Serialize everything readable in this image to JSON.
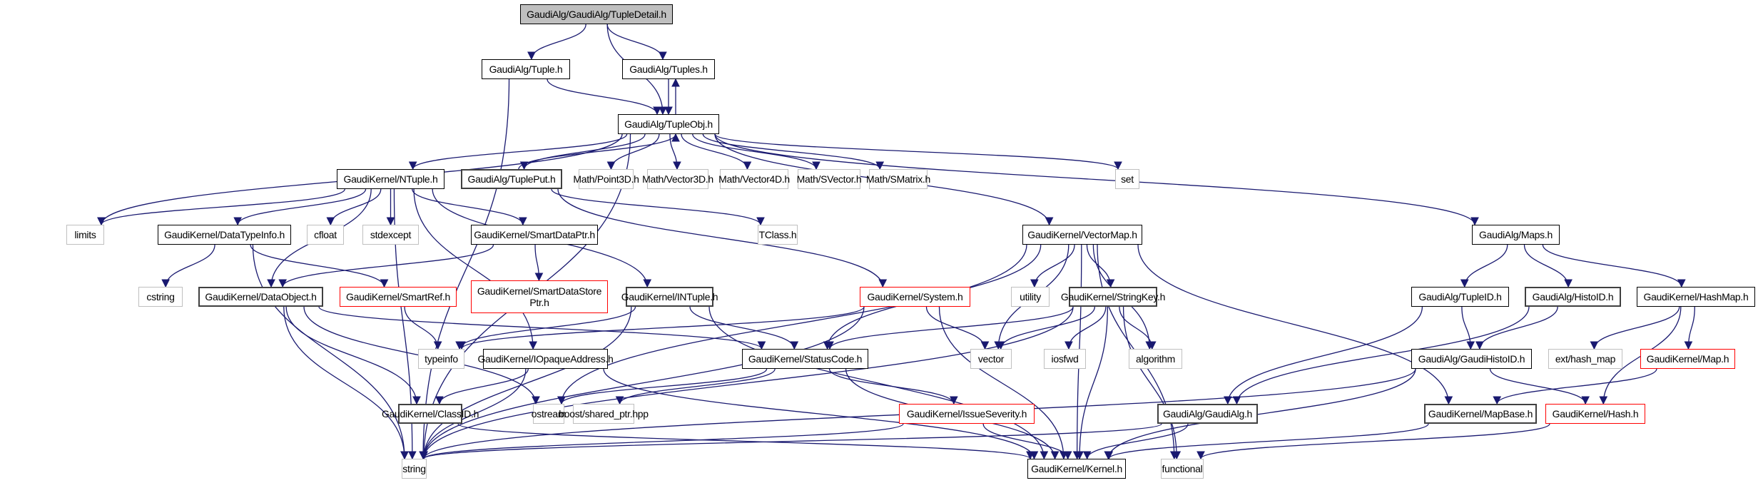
{
  "title": "GaudiAlg/GaudiAlg/TupleDetail.h include dependency graph",
  "colors": {
    "edge": "#191970",
    "root_fill": "#bfbfbf",
    "normal_border": "#000000",
    "external_border": "#bfbfbf",
    "truncated_border": "#ff0000"
  },
  "nodes": [
    {
      "id": "TupleDetail",
      "label": "GaudiAlg/GaudiAlg/TupleDetail.h",
      "kind": "root"
    },
    {
      "id": "Tuple",
      "label": "GaudiAlg/Tuple.h",
      "kind": "normal"
    },
    {
      "id": "Tuples",
      "label": "GaudiAlg/Tuples.h",
      "kind": "normal"
    },
    {
      "id": "TupleObj",
      "label": "GaudiAlg/TupleObj.h",
      "kind": "normal"
    },
    {
      "id": "NTuple",
      "label": "GaudiKernel/NTuple.h",
      "kind": "normal"
    },
    {
      "id": "TuplePut",
      "label": "GaudiAlg/TuplePut.h",
      "kind": "dark"
    },
    {
      "id": "Point3D",
      "label": "Math/Point3D.h",
      "kind": "external"
    },
    {
      "id": "Vector3D",
      "label": "Math/Vector3D.h",
      "kind": "external"
    },
    {
      "id": "Vector4D",
      "label": "Math/Vector4D.h",
      "kind": "external"
    },
    {
      "id": "SVector",
      "label": "Math/SVector.h",
      "kind": "external"
    },
    {
      "id": "SMatrix",
      "label": "Math/SMatrix.h",
      "kind": "external"
    },
    {
      "id": "set",
      "label": "set",
      "kind": "external"
    },
    {
      "id": "limits",
      "label": "limits",
      "kind": "external"
    },
    {
      "id": "DataTypeInfo",
      "label": "GaudiKernel/DataTypeInfo.h",
      "kind": "normal"
    },
    {
      "id": "cfloat",
      "label": "cfloat",
      "kind": "external"
    },
    {
      "id": "stdexcept",
      "label": "stdexcept",
      "kind": "external"
    },
    {
      "id": "SmartDataPtr",
      "label": "GaudiKernel/SmartDataPtr.h",
      "kind": "normal"
    },
    {
      "id": "TClass",
      "label": "TClass.h",
      "kind": "external"
    },
    {
      "id": "VectorMap",
      "label": "GaudiKernel/VectorMap.h",
      "kind": "normal"
    },
    {
      "id": "Maps",
      "label": "GaudiAlg/Maps.h",
      "kind": "normal"
    },
    {
      "id": "cstring",
      "label": "cstring",
      "kind": "external"
    },
    {
      "id": "DataObject",
      "label": "GaudiKernel/DataObject.h",
      "kind": "dark"
    },
    {
      "id": "SmartRef",
      "label": "GaudiKernel/SmartRef.h",
      "kind": "truncated"
    },
    {
      "id": "SmartDataStorePtr",
      "label": "GaudiKernel/SmartDataStore\nPtr.h",
      "kind": "truncated"
    },
    {
      "id": "INTuple",
      "label": "GaudiKernel/INTuple.h",
      "kind": "dark"
    },
    {
      "id": "System",
      "label": "GaudiKernel/System.h",
      "kind": "truncated"
    },
    {
      "id": "utility",
      "label": "utility",
      "kind": "external"
    },
    {
      "id": "StringKey",
      "label": "GaudiKernel/StringKey.h",
      "kind": "dark"
    },
    {
      "id": "TupleID",
      "label": "GaudiAlg/TupleID.h",
      "kind": "normal"
    },
    {
      "id": "HistoID",
      "label": "GaudiAlg/HistoID.h",
      "kind": "dark"
    },
    {
      "id": "HashMap",
      "label": "GaudiKernel/HashMap.h",
      "kind": "normal"
    },
    {
      "id": "typeinfo",
      "label": "typeinfo",
      "kind": "external"
    },
    {
      "id": "IOpaqueAddress",
      "label": "GaudiKernel/IOpaqueAddress.h",
      "kind": "normal"
    },
    {
      "id": "StatusCode",
      "label": "GaudiKernel/StatusCode.h",
      "kind": "normal"
    },
    {
      "id": "vector",
      "label": "vector",
      "kind": "external"
    },
    {
      "id": "iosfwd",
      "label": "iosfwd",
      "kind": "external"
    },
    {
      "id": "algorithm",
      "label": "algorithm",
      "kind": "external"
    },
    {
      "id": "GaudiHistoID",
      "label": "GaudiAlg/GaudiHistoID.h",
      "kind": "normal"
    },
    {
      "id": "hash_map",
      "label": "ext/hash_map",
      "kind": "external"
    },
    {
      "id": "Map",
      "label": "GaudiKernel/Map.h",
      "kind": "truncated"
    },
    {
      "id": "ClassID",
      "label": "GaudiKernel/ClassID.h",
      "kind": "dark"
    },
    {
      "id": "ostream",
      "label": "ostream",
      "kind": "external"
    },
    {
      "id": "shared_ptr",
      "label": "boost/shared_ptr.hpp",
      "kind": "external"
    },
    {
      "id": "IssueSeverity",
      "label": "GaudiKernel/IssueSeverity.h",
      "kind": "truncated"
    },
    {
      "id": "GaudiAlg",
      "label": "GaudiAlg/GaudiAlg.h",
      "kind": "dark"
    },
    {
      "id": "MapBase",
      "label": "GaudiKernel/MapBase.h",
      "kind": "dark"
    },
    {
      "id": "Hash",
      "label": "GaudiKernel/Hash.h",
      "kind": "truncated"
    },
    {
      "id": "string",
      "label": "string",
      "kind": "external"
    },
    {
      "id": "Kernel",
      "label": "GaudiKernel/Kernel.h",
      "kind": "normal"
    },
    {
      "id": "functional",
      "label": "functional",
      "kind": "external"
    }
  ],
  "edges": [
    [
      "TupleDetail",
      "Tuple"
    ],
    [
      "TupleDetail",
      "TupleObj"
    ],
    [
      "TupleDetail",
      "Tuples"
    ],
    [
      "Tuple",
      "TupleObj"
    ],
    [
      "Tuple",
      "string"
    ],
    [
      "Tuples",
      "TupleObj"
    ],
    [
      "TupleObj",
      "Tuples"
    ],
    [
      "TupleObj",
      "limits"
    ],
    [
      "TupleObj",
      "string"
    ],
    [
      "TupleObj",
      "NTuple"
    ],
    [
      "TupleObj",
      "TuplePut"
    ],
    [
      "TuplePut",
      "TupleObj"
    ],
    [
      "TupleObj",
      "Point3D"
    ],
    [
      "TupleObj",
      "Vector3D"
    ],
    [
      "TupleObj",
      "Vector4D"
    ],
    [
      "TupleObj",
      "SVector"
    ],
    [
      "TupleObj",
      "SMatrix"
    ],
    [
      "TupleObj",
      "set"
    ],
    [
      "TupleObj",
      "VectorMap"
    ],
    [
      "TupleObj",
      "Maps"
    ],
    [
      "NTuple",
      "limits"
    ],
    [
      "NTuple",
      "string"
    ],
    [
      "NTuple",
      "DataTypeInfo"
    ],
    [
      "NTuple",
      "cfloat"
    ],
    [
      "NTuple",
      "stdexcept"
    ],
    [
      "NTuple",
      "DataObject"
    ],
    [
      "NTuple",
      "SmartDataPtr"
    ],
    [
      "NTuple",
      "INTuple"
    ],
    [
      "NTuple",
      "IOpaqueAddress"
    ],
    [
      "TuplePut",
      "TClass"
    ],
    [
      "TuplePut",
      "System"
    ],
    [
      "DataTypeInfo",
      "string"
    ],
    [
      "DataTypeInfo",
      "cstring"
    ],
    [
      "DataTypeInfo",
      "SmartRef"
    ],
    [
      "SmartDataPtr",
      "DataObject"
    ],
    [
      "SmartDataPtr",
      "SmartDataStorePtr"
    ],
    [
      "DataObject",
      "string"
    ],
    [
      "DataObject",
      "ClassID"
    ],
    [
      "DataObject",
      "StatusCode"
    ],
    [
      "DataObject",
      "ostream"
    ],
    [
      "SmartRef",
      "typeinfo"
    ],
    [
      "INTuple",
      "typeinfo"
    ],
    [
      "INTuple",
      "string"
    ],
    [
      "INTuple",
      "StatusCode"
    ],
    [
      "INTuple",
      "Kernel"
    ],
    [
      "System",
      "typeinfo"
    ],
    [
      "System",
      "vector"
    ],
    [
      "System",
      "string"
    ],
    [
      "System",
      "Kernel"
    ],
    [
      "VectorMap",
      "vector"
    ],
    [
      "VectorMap",
      "utility"
    ],
    [
      "VectorMap",
      "StringKey"
    ],
    [
      "VectorMap",
      "algorithm"
    ],
    [
      "VectorMap",
      "functional"
    ],
    [
      "VectorMap",
      "StatusCode"
    ],
    [
      "VectorMap",
      "ostream"
    ],
    [
      "VectorMap",
      "MapBase"
    ],
    [
      "VectorMap",
      "Kernel"
    ],
    [
      "StringKey",
      "vector"
    ],
    [
      "StringKey",
      "iosfwd"
    ],
    [
      "StringKey",
      "algorithm"
    ],
    [
      "StringKey",
      "string"
    ],
    [
      "StringKey",
      "Kernel"
    ],
    [
      "StringKey",
      "StatusCode"
    ],
    [
      "StringKey",
      "functional"
    ],
    [
      "Maps",
      "TupleID"
    ],
    [
      "Maps",
      "HistoID"
    ],
    [
      "Maps",
      "HashMap"
    ],
    [
      "TupleID",
      "GaudiHistoID"
    ],
    [
      "TupleID",
      "GaudiAlg"
    ],
    [
      "HistoID",
      "GaudiHistoID"
    ],
    [
      "HistoID",
      "GaudiAlg"
    ],
    [
      "HashMap",
      "hash_map"
    ],
    [
      "HashMap",
      "Map"
    ],
    [
      "HashMap",
      "Hash"
    ],
    [
      "IOpaqueAddress",
      "ClassID"
    ],
    [
      "IOpaqueAddress",
      "string"
    ],
    [
      "IOpaqueAddress",
      "Kernel"
    ],
    [
      "StatusCode",
      "ostream"
    ],
    [
      "StatusCode",
      "shared_ptr"
    ],
    [
      "StatusCode",
      "IssueSeverity"
    ],
    [
      "StatusCode",
      "Kernel"
    ],
    [
      "GaudiHistoID",
      "string"
    ],
    [
      "GaudiHistoID",
      "Kernel"
    ],
    [
      "GaudiHistoID",
      "Hash"
    ],
    [
      "Map",
      "MapBase"
    ],
    [
      "ClassID",
      "Kernel"
    ],
    [
      "IssueSeverity",
      "string"
    ],
    [
      "IssueSeverity",
      "Kernel"
    ],
    [
      "GaudiAlg",
      "string"
    ],
    [
      "GaudiAlg",
      "Kernel"
    ],
    [
      "MapBase",
      "Kernel"
    ],
    [
      "Hash",
      "functional"
    ]
  ]
}
